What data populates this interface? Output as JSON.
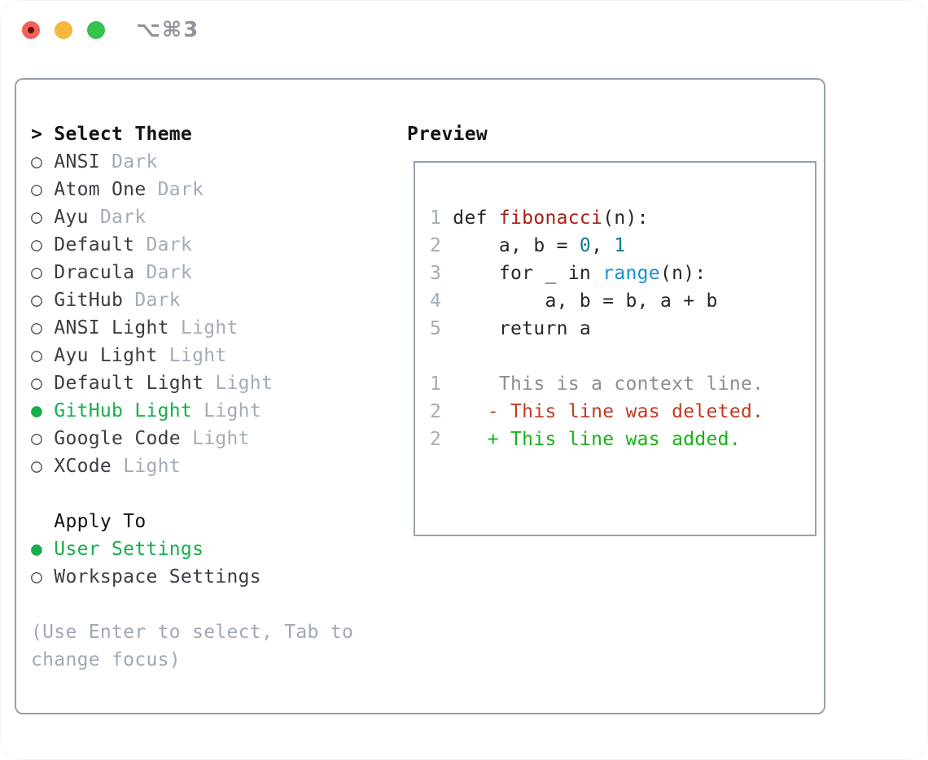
{
  "window": {
    "title": "⌥⌘3"
  },
  "titlebar": {
    "buttons": [
      {
        "name": "close"
      },
      {
        "name": "minimize"
      },
      {
        "name": "zoom"
      }
    ]
  },
  "markers": {
    "header_prefix": ">",
    "unselected": "○",
    "selected": "●"
  },
  "theme_list": {
    "header": "Select Theme",
    "items": [
      {
        "name": "ANSI",
        "variant": "Dark",
        "selected": false
      },
      {
        "name": "Atom One",
        "variant": "Dark",
        "selected": false
      },
      {
        "name": "Ayu",
        "variant": "Dark",
        "selected": false
      },
      {
        "name": "Default",
        "variant": "Dark",
        "selected": false
      },
      {
        "name": "Dracula",
        "variant": "Dark",
        "selected": false
      },
      {
        "name": "GitHub",
        "variant": "Dark",
        "selected": false
      },
      {
        "name": "ANSI Light",
        "variant": "Light",
        "selected": false
      },
      {
        "name": "Ayu Light",
        "variant": "Light",
        "selected": false
      },
      {
        "name": "Default Light",
        "variant": "Light",
        "selected": false
      },
      {
        "name": "GitHub Light",
        "variant": "Light",
        "selected": true
      },
      {
        "name": "Google Code",
        "variant": "Light",
        "selected": false
      },
      {
        "name": "XCode",
        "variant": "Light",
        "selected": false
      }
    ]
  },
  "apply_to": {
    "header": "Apply To",
    "options": [
      {
        "name": "User Settings",
        "selected": true
      },
      {
        "name": "Workspace Settings",
        "selected": false
      }
    ]
  },
  "hint_lines": [
    "(Use Enter to select, Tab to",
    "change focus)"
  ],
  "preview": {
    "header": "Preview",
    "code_lines": [
      {
        "num": "1",
        "segments": [
          [
            "def ",
            "fg"
          ],
          [
            "fibonacci",
            "red"
          ],
          [
            "(n):",
            "fg"
          ]
        ]
      },
      {
        "num": "2",
        "segments": [
          [
            "    a, b = ",
            "fg"
          ],
          [
            "0",
            "teal"
          ],
          [
            ", ",
            "fg"
          ],
          [
            "1",
            "teal"
          ]
        ]
      },
      {
        "num": "3",
        "segments": [
          [
            "    for _ in ",
            "fg"
          ],
          [
            "range",
            "blue"
          ],
          [
            "(n):",
            "fg"
          ]
        ]
      },
      {
        "num": "4",
        "segments": [
          [
            "        a, b = b, a + b",
            "fg"
          ]
        ]
      },
      {
        "num": "5",
        "segments": [
          [
            "    return a",
            "fg"
          ]
        ]
      },
      {
        "num": "",
        "segments": []
      },
      {
        "num": "1",
        "segments": [
          [
            "    This is a context line.",
            "ctx"
          ]
        ]
      },
      {
        "num": "2",
        "segments": [
          [
            "   - This line was deleted.",
            "del"
          ]
        ]
      },
      {
        "num": "2",
        "segments": [
          [
            "   + This line was added.",
            "add"
          ]
        ]
      }
    ]
  },
  "colors": {
    "accent_green": "#17ad4b",
    "panel_border": "#98a2ad",
    "dim_text": "#a2acb9",
    "code_red": "#a61e15",
    "code_teal": "#0f7b8a",
    "code_blue": "#1591d3",
    "diff_context": "#8b8e92",
    "diff_deleted": "#c23a20",
    "diff_added": "#16b416",
    "traffic_red": "#f4605a",
    "traffic_yellow": "#f5b93d",
    "traffic_green": "#36c24f"
  }
}
